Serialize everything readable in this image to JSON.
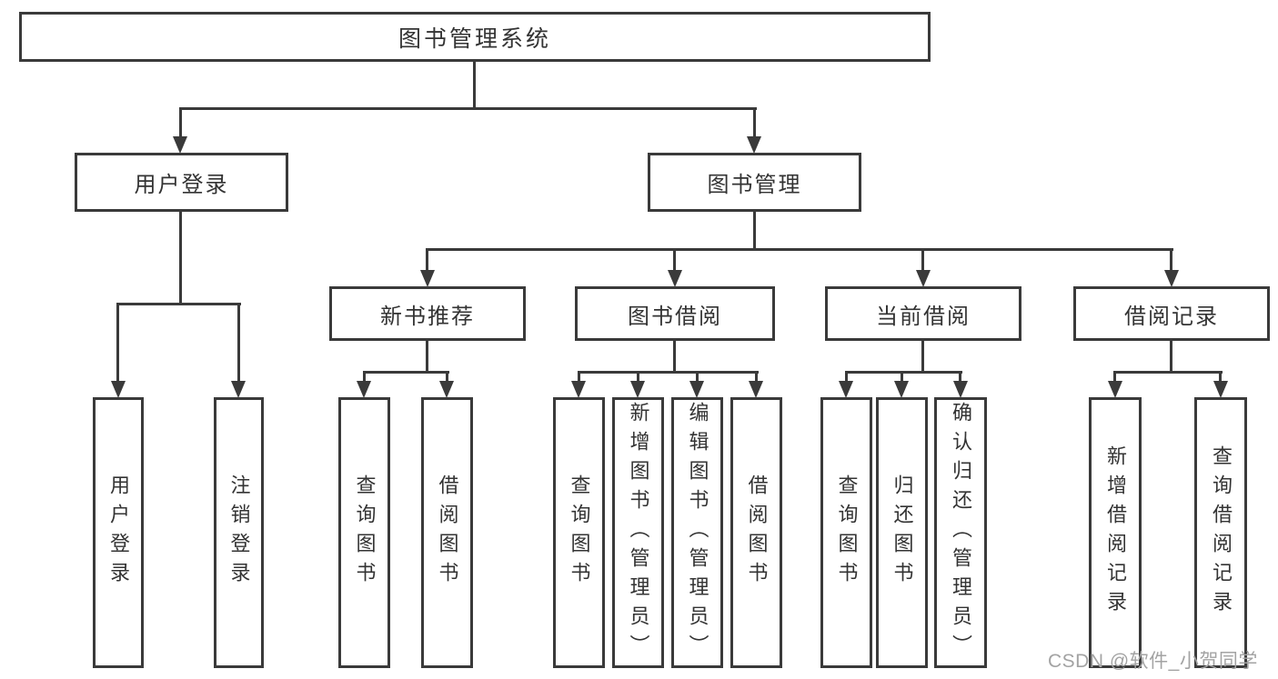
{
  "tree": {
    "label": "图书管理系统",
    "children": [
      {
        "label": "用户登录",
        "children": [
          {
            "label": "用户登录"
          },
          {
            "label": "注销登录"
          }
        ]
      },
      {
        "label": "图书管理",
        "children": [
          {
            "label": "新书推荐",
            "children": [
              {
                "label": "查询图书"
              },
              {
                "label": "借阅图书"
              }
            ]
          },
          {
            "label": "图书借阅",
            "children": [
              {
                "label": "查询图书"
              },
              {
                "label": "新增图书（管理员）"
              },
              {
                "label": "编辑图书（管理员）"
              },
              {
                "label": "借阅图书"
              }
            ]
          },
          {
            "label": "当前借阅",
            "children": [
              {
                "label": "查询图书"
              },
              {
                "label": "归还图书"
              },
              {
                "label": "确认归还（管理员）"
              }
            ]
          },
          {
            "label": "借阅记录",
            "children": [
              {
                "label": "新增借阅记录"
              },
              {
                "label": "查询借阅记录"
              }
            ]
          }
        ]
      }
    ]
  },
  "watermark": {
    "text": "CSDN @软件_小贺同学"
  },
  "colors": {
    "line": "#3a3a3a",
    "text": "#333333",
    "box_fill": "#ffffff",
    "background": "#ffffff",
    "watermark": "#a3a3a3"
  }
}
